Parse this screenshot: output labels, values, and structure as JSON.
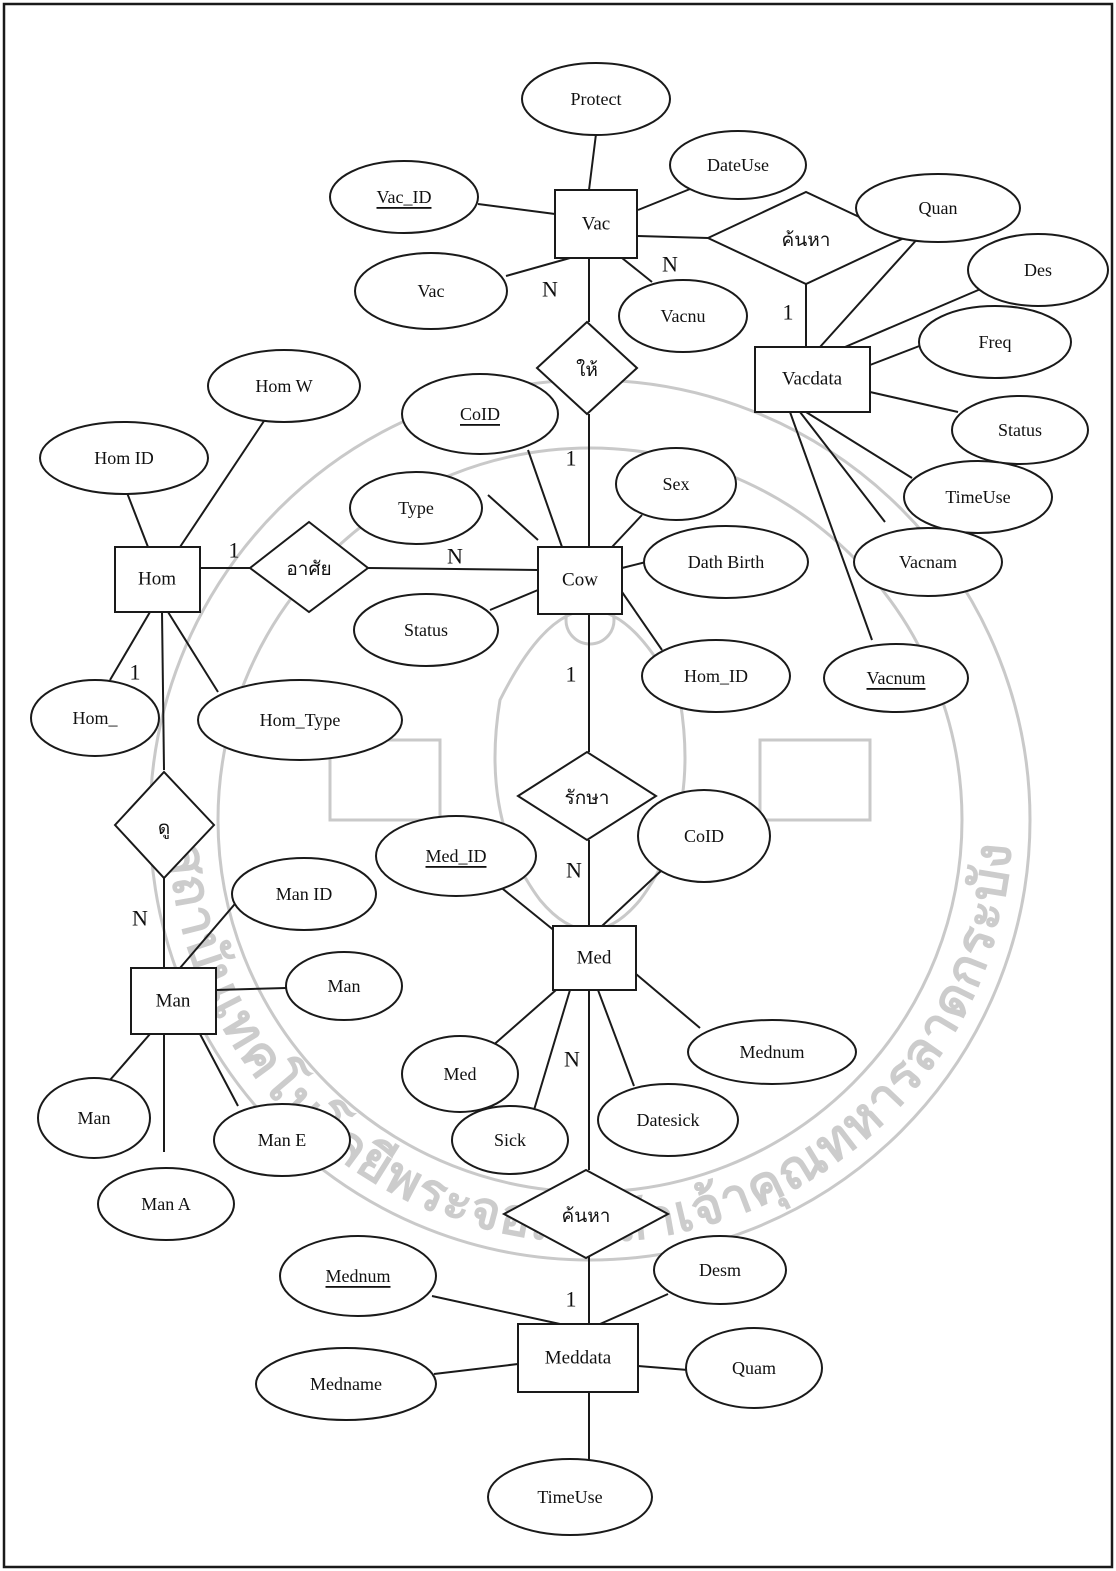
{
  "watermark": {
    "text": "สถาบันเทคโนโลยีพระจอมเกล้าเจ้าคุณทหารลาดกระบัง",
    "color": "#c9c9c9"
  },
  "entities": {
    "vac": "Vac",
    "vacdata": "Vacdata",
    "hom": "Hom",
    "cow": "Cow",
    "man": "Man",
    "med": "Med",
    "meddata": "Meddata"
  },
  "relationships": {
    "vac_vacdata": "ค้นหา",
    "vac_cow": "ให้",
    "hom_cow": "อาศัย",
    "hom_man": "ดู",
    "cow_med": "รักษา",
    "med_meddata": "ค้นหา"
  },
  "attributes": {
    "protect": "Protect",
    "vac_id": "Vac_ID",
    "dateuse": "DateUse",
    "vac_name": "Vac",
    "vacnu": "Vacnu",
    "quan": "Quan",
    "des": "Des",
    "freq": "Freq",
    "vacdata_status": "Status",
    "vacdata_timeuse": "TimeUse",
    "vacnam": "Vacnam",
    "vacnum": "Vacnum",
    "hom_w": "Hom  W",
    "hom_id": "Hom  ID",
    "hom_short": "Hom_",
    "hom_type": "Hom_Type",
    "coid": "CoID",
    "type": "Type",
    "sex": "Sex",
    "dath_birth": "Dath Birth",
    "cow_status": "Status",
    "cow_hom_id": "Hom_ID",
    "med_id": "Med_ID",
    "med_coid": "CoID",
    "med_name": "Med",
    "sick": "Sick",
    "datesick": "Datesick",
    "med_mednum": "Mednum",
    "man_id": "Man  ID",
    "man_inner": "Man",
    "man_left": "Man",
    "man_e": "Man  E",
    "man_a": "Man  A",
    "mednum": "Mednum",
    "desm": "Desm",
    "medname": "Medname",
    "quam": "Quam",
    "meddata_timeuse": "TimeUse"
  },
  "cardinalities": {
    "vac_rel_n": "N",
    "vacdata_1": "1",
    "vac_cow_n": "N",
    "cow_top_1": "1",
    "hom_1": "1",
    "cow_left_n": "N",
    "hom_bottom_1": "1",
    "man_n": "N",
    "cow_bottom_1": "1",
    "med_top_n": "N",
    "med_bottom_n": "N",
    "meddata_1": "1"
  }
}
